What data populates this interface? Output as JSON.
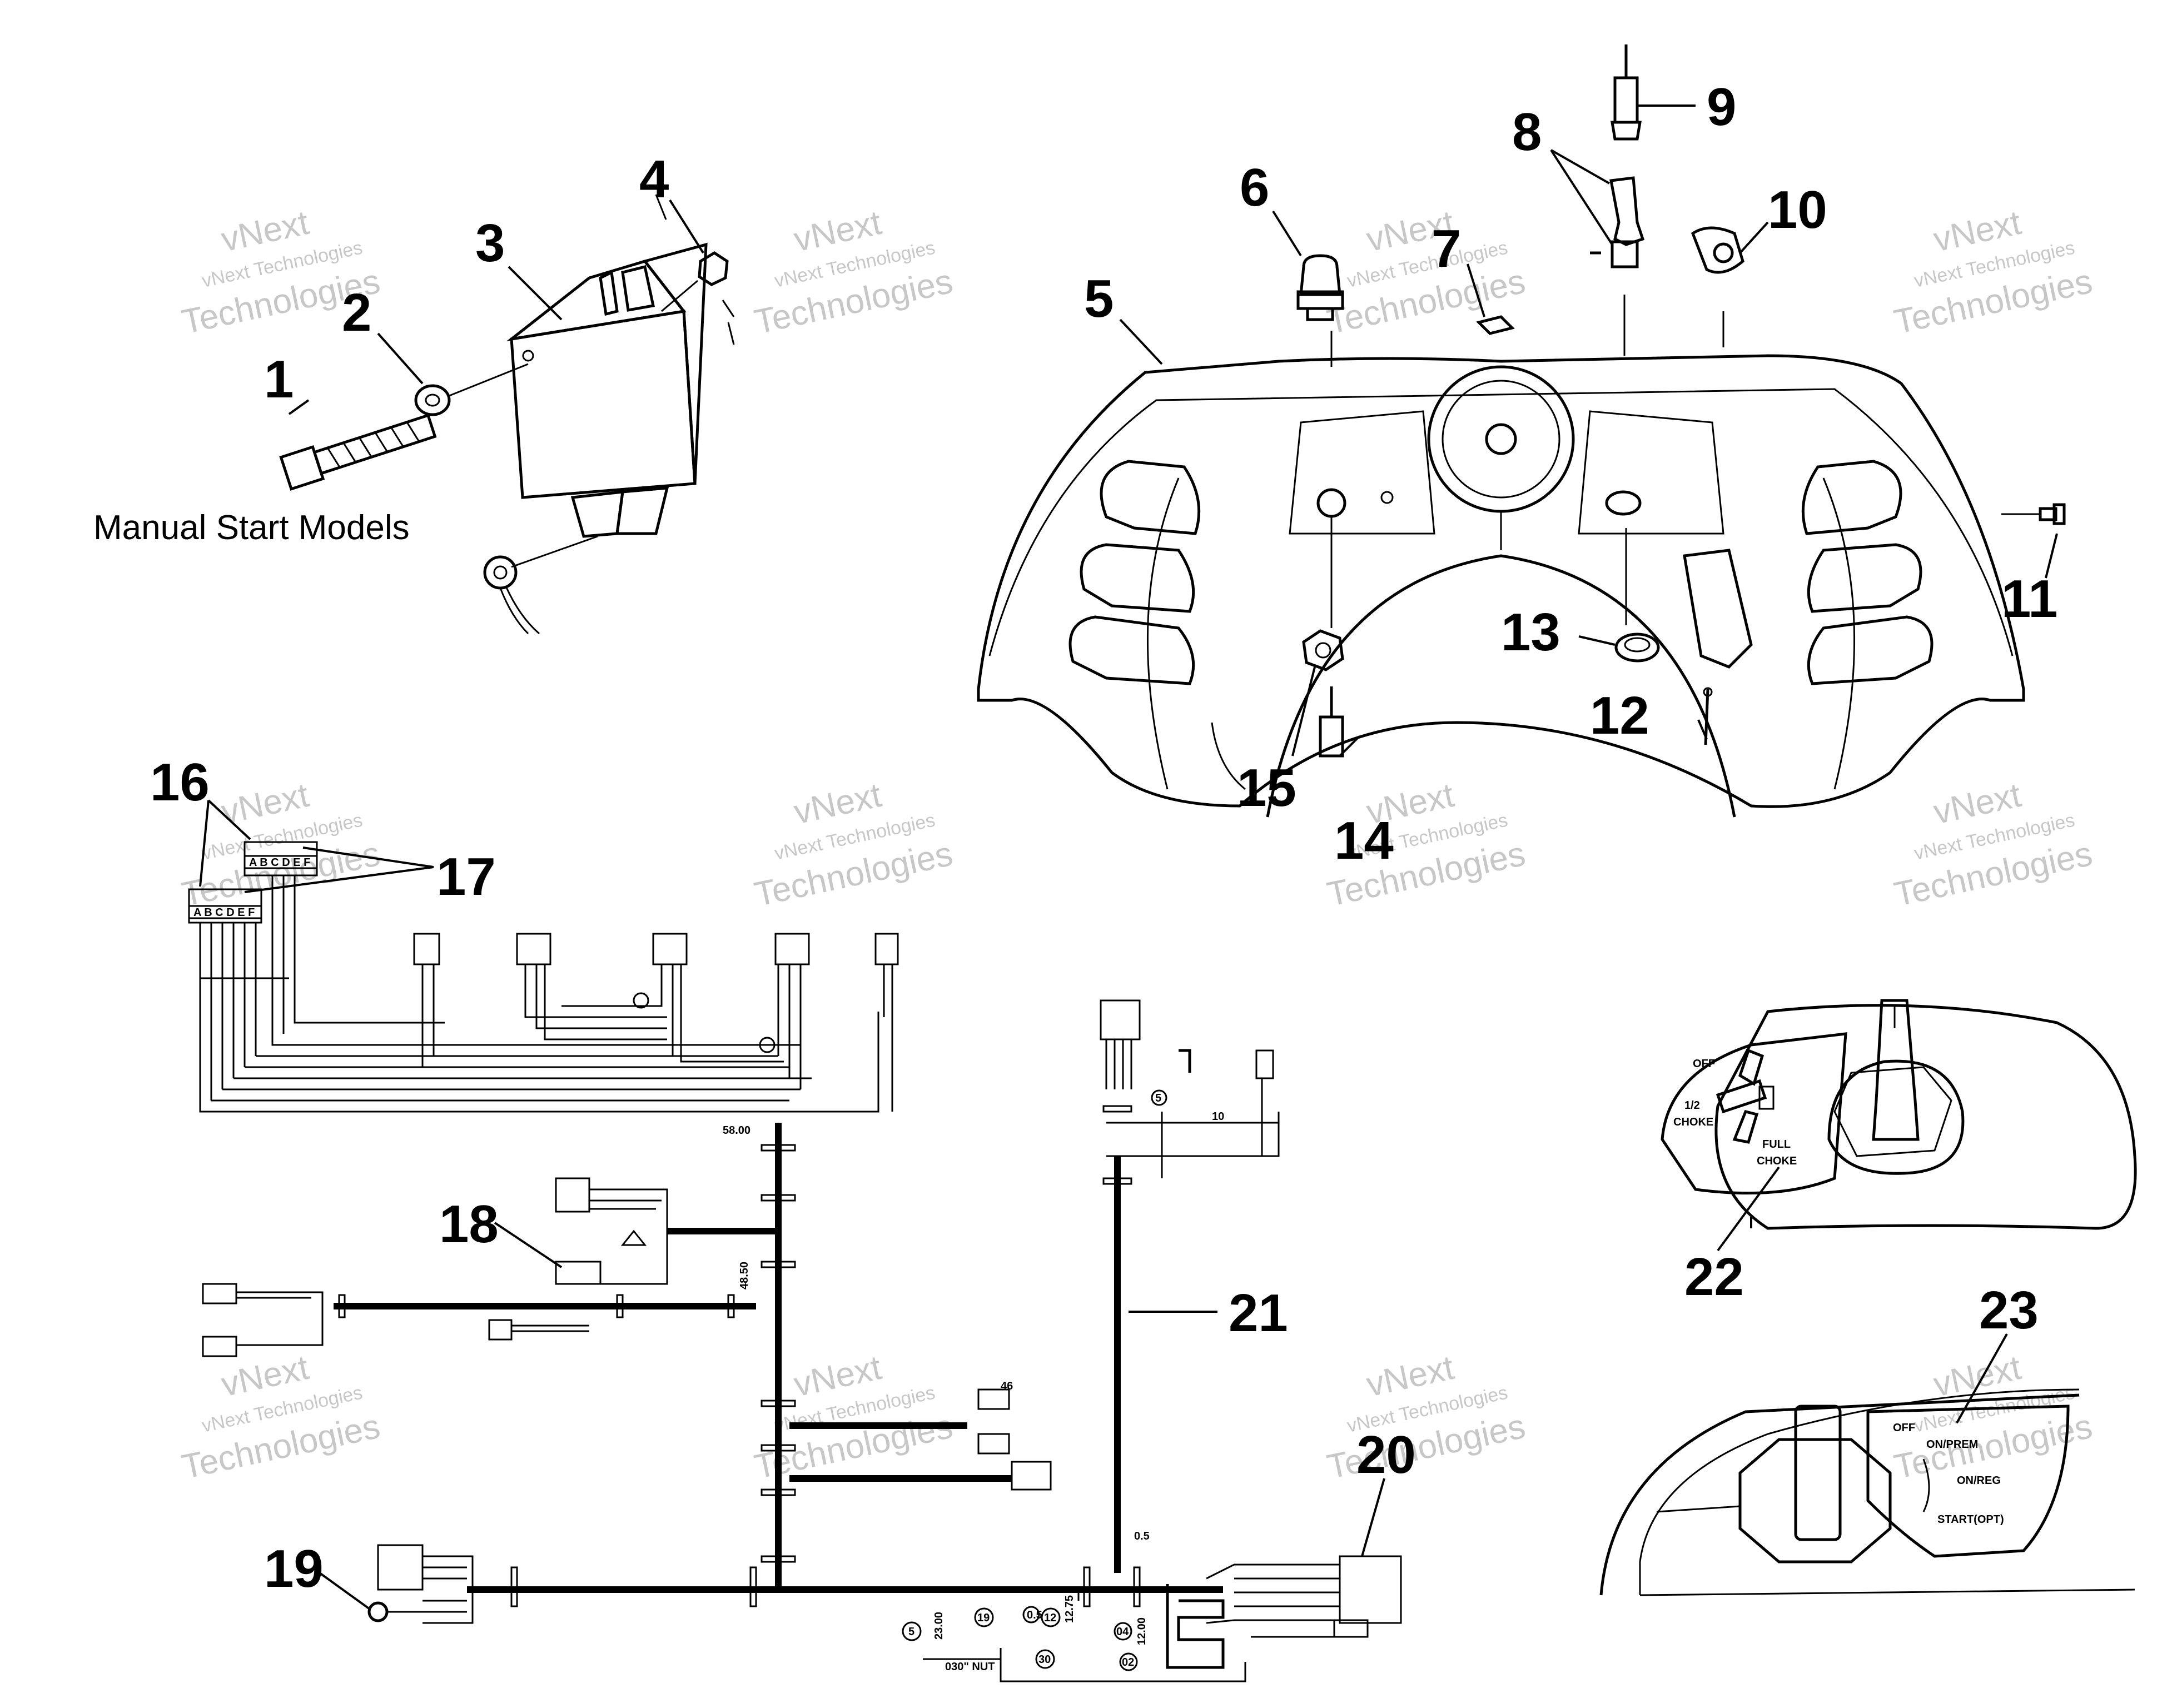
{
  "callouts": [
    {
      "id": "1",
      "label": "1"
    },
    {
      "id": "2",
      "label": "2"
    },
    {
      "id": "3",
      "label": "3"
    },
    {
      "id": "4",
      "label": "4"
    },
    {
      "id": "5",
      "label": "5"
    },
    {
      "id": "6",
      "label": "6"
    },
    {
      "id": "7",
      "label": "7"
    },
    {
      "id": "8",
      "label": "8"
    },
    {
      "id": "9",
      "label": "9"
    },
    {
      "id": "10",
      "label": "10"
    },
    {
      "id": "11",
      "label": "11"
    },
    {
      "id": "12",
      "label": "12"
    },
    {
      "id": "13",
      "label": "13"
    },
    {
      "id": "14",
      "label": "14"
    },
    {
      "id": "15",
      "label": "15"
    },
    {
      "id": "16",
      "label": "16"
    },
    {
      "id": "17",
      "label": "17"
    },
    {
      "id": "18",
      "label": "18"
    },
    {
      "id": "19",
      "label": "19"
    },
    {
      "id": "20",
      "label": "20"
    },
    {
      "id": "21",
      "label": "21"
    },
    {
      "id": "22",
      "label": "22"
    },
    {
      "id": "23",
      "label": "23"
    }
  ],
  "captions": {
    "manual_start": "Manual Start Models"
  },
  "choke_labels": {
    "off": "OFF",
    "half_choke_1": "1/2",
    "half_choke_2": "CHOKE",
    "full_choke_1": "FULL",
    "full_choke_2": "CHOKE"
  },
  "ignition_labels": {
    "off": "OFF",
    "on_prem": "ON/PREM",
    "on_reg": "ON/REG",
    "start_opt": "START(OPT)"
  },
  "harness_labels": {
    "length_58": "58.00",
    "length_48": "48.50",
    "length_12_75": "12.75",
    "length_12_00": "12.00",
    "length_23_00": "23.00",
    "length_0_5": "0.5",
    "length_10": "10",
    "marker_46": "46",
    "circle_5a": "5",
    "circle_5b": "5",
    "circle_19": "19",
    "circle_12": "12",
    "circle_30": "30",
    "circle_0_5": "0.5",
    "circle_02": "02",
    "circle_04": "04",
    "connector_pins": "A B C D E F",
    "nut_spec": "030\" NUT"
  },
  "watermark": {
    "line1": "vNext Technologies",
    "line2": "Technologies",
    "line3": "vNext"
  }
}
